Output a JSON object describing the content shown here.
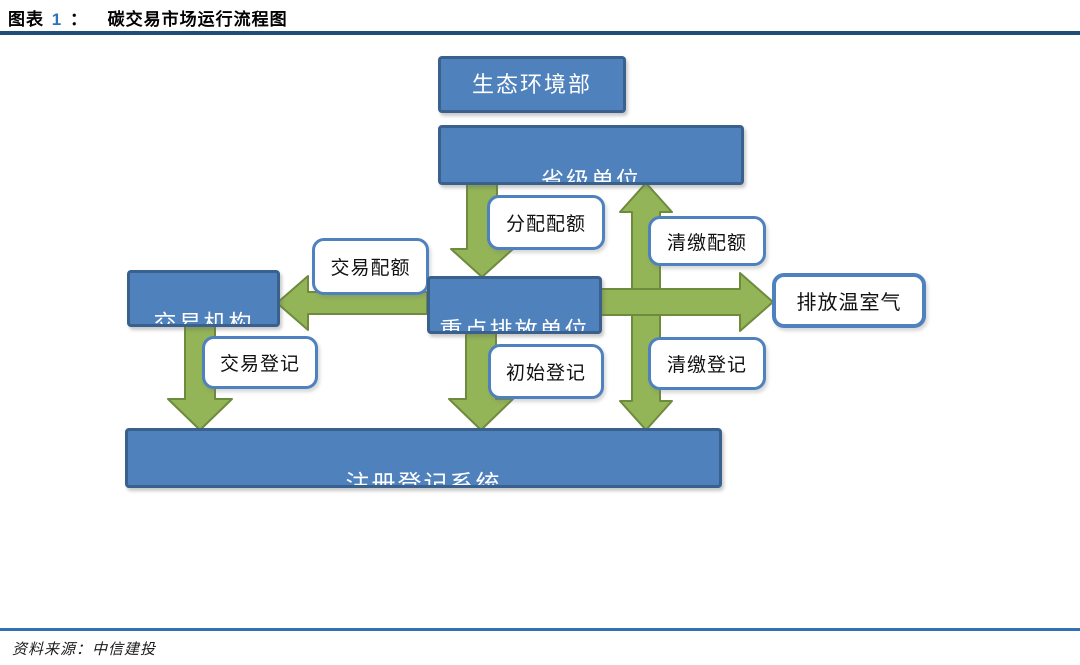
{
  "header": {
    "figure_label": "图表",
    "figure_number": "1",
    "separator": "：",
    "title": "碳交易市场运行流程图"
  },
  "diagram": {
    "nodes": {
      "ministry": "生态环境部",
      "provincial": "省级单位",
      "trading_agency": "交易机构",
      "key_emitters": "重点排放单位",
      "emit_ghg": "排放温室气",
      "registry": "注册登记系统"
    },
    "labels": {
      "allocate_quota": "分配配额",
      "surrender_quota": "清缴配额",
      "trade_quota": "交易配额",
      "trade_registration": "交易登记",
      "initial_registration": "初始登记",
      "surrender_registration": "清缴登记"
    },
    "arrows": [
      {
        "id": "provincial-to-key-emitters",
        "direction": "down",
        "label": "分配配额"
      },
      {
        "id": "key-emitters-provincial-registry",
        "direction": "vertical-double",
        "labels": [
          "清缴配额",
          "清缴登记"
        ]
      },
      {
        "id": "key-emitters-to-trading-agency",
        "direction": "left",
        "label": "交易配额"
      },
      {
        "id": "key-emitters-to-emit-ghg",
        "direction": "right"
      },
      {
        "id": "trading-agency-to-registry",
        "direction": "down",
        "label": "交易登记"
      },
      {
        "id": "key-emitters-to-registry",
        "direction": "down",
        "label": "初始登记"
      }
    ]
  },
  "footer": {
    "source": "资料来源：中信建投"
  },
  "colors": {
    "node_fill": "#4F81BD",
    "node_border": "#3A618E",
    "label_border": "#4E81BD",
    "arrow_fill": "#93B457",
    "arrow_border": "#6E8B3D",
    "header_rule": "#1F4E79",
    "footer_rule": "#2E74B5",
    "figure_number": "#2E74B5"
  }
}
